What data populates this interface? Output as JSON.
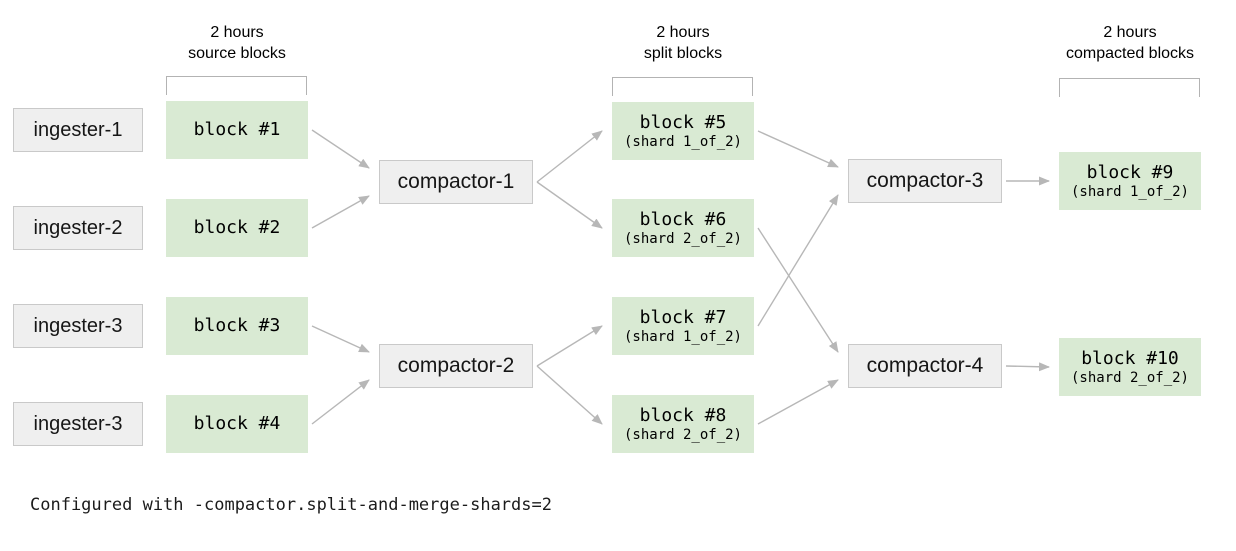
{
  "headers": {
    "source": {
      "line1": "2 hours",
      "line2": "source blocks"
    },
    "split": {
      "line1": "2 hours",
      "line2": "split blocks"
    },
    "compacted": {
      "line1": "2 hours",
      "line2": "compacted blocks"
    }
  },
  "ingesters": [
    "ingester-1",
    "ingester-2",
    "ingester-3",
    "ingester-3"
  ],
  "source_blocks": [
    "block #1",
    "block #2",
    "block #3",
    "block #4"
  ],
  "split_compactors": [
    "compactor-1",
    "compactor-2"
  ],
  "split_blocks": [
    {
      "label": "block #5",
      "shard": "(shard 1_of_2)"
    },
    {
      "label": "block #6",
      "shard": "(shard 2_of_2)"
    },
    {
      "label": "block #7",
      "shard": "(shard 1_of_2)"
    },
    {
      "label": "block #8",
      "shard": "(shard 2_of_2)"
    }
  ],
  "merge_compactors": [
    "compactor-3",
    "compactor-4"
  ],
  "compacted_blocks": [
    {
      "label": "block #9",
      "shard": "(shard 1_of_2)"
    },
    {
      "label": "block #10",
      "shard": "(shard 2_of_2)"
    }
  ],
  "edges": [
    {
      "from": "blk1",
      "to": "comp1"
    },
    {
      "from": "blk2",
      "to": "comp1"
    },
    {
      "from": "blk3",
      "to": "comp2"
    },
    {
      "from": "blk4",
      "to": "comp2"
    },
    {
      "from": "comp1",
      "to": "blk5"
    },
    {
      "from": "comp1",
      "to": "blk6"
    },
    {
      "from": "comp2",
      "to": "blk7"
    },
    {
      "from": "comp2",
      "to": "blk8"
    },
    {
      "from": "blk5",
      "to": "comp3"
    },
    {
      "from": "blk7",
      "to": "comp3"
    },
    {
      "from": "blk6",
      "to": "comp4"
    },
    {
      "from": "blk8",
      "to": "comp4"
    },
    {
      "from": "comp3",
      "to": "blk9"
    },
    {
      "from": "comp4",
      "to": "blk10"
    }
  ],
  "caption": "Configured with -compactor.split-and-merge-shards=2",
  "colors": {
    "block_fill": "#d9ead3",
    "node_fill": "#efefef",
    "node_border": "#c9c9c9",
    "arrow": "#b7b7b7",
    "bracket": "#b3b3b3"
  }
}
